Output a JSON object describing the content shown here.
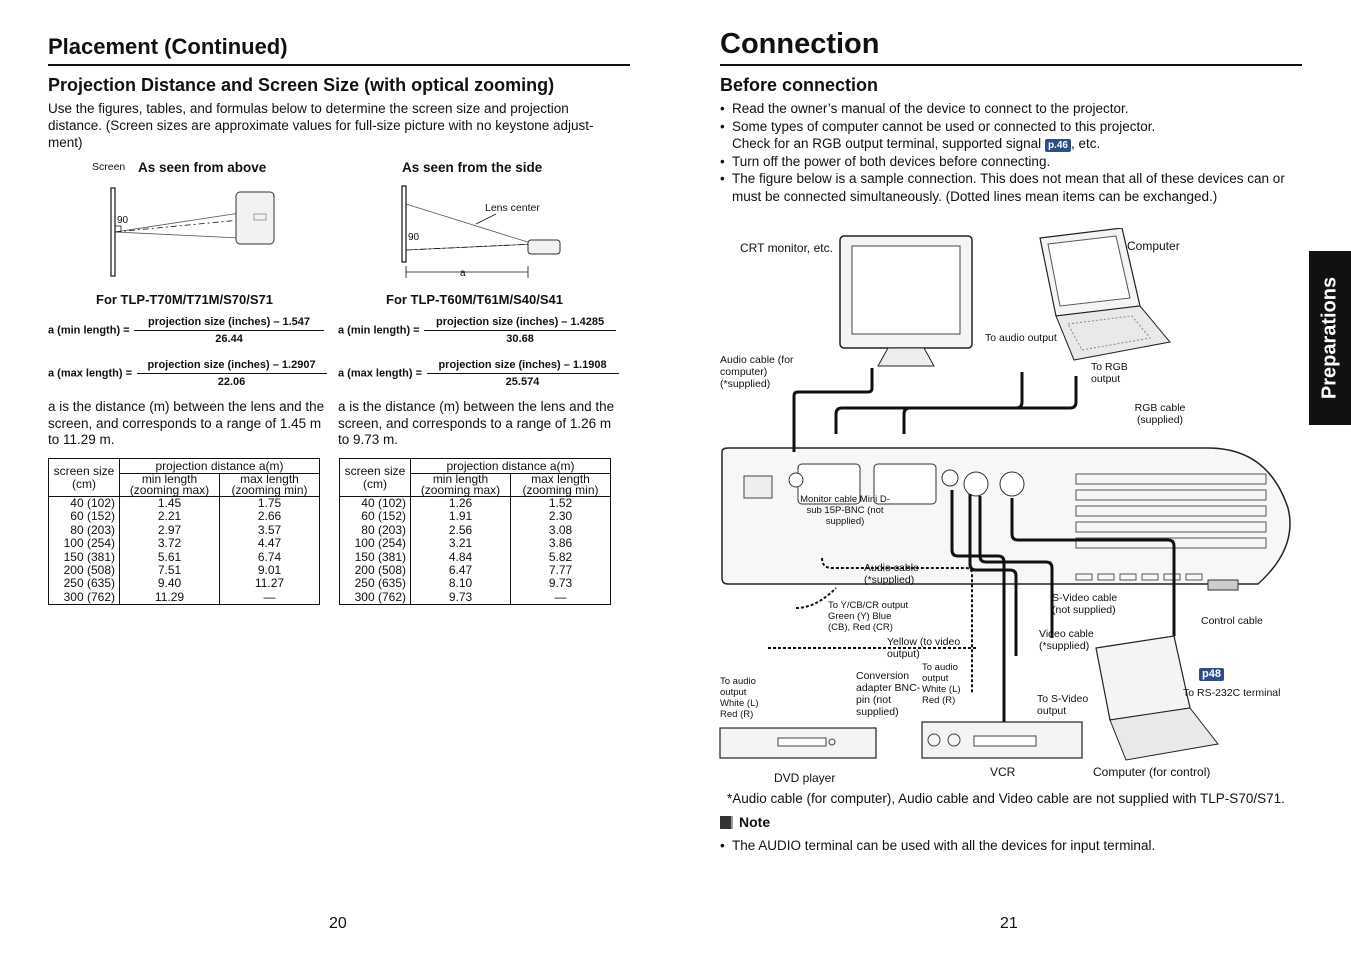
{
  "left": {
    "section_title": "Placement (Continued)",
    "subtitle": "Projection Distance and Screen Size (with optical zooming)",
    "intro": "Use the figures, tables, and formulas below to determine the screen size and projection distance. (Screen sizes are approximate values for full-size picture with no keystone adjust-ment)",
    "above_caption": "As seen from above",
    "side_caption": "As seen from the side",
    "screen_label": "Screen",
    "angle_90": "90",
    "lens_center": "Lens center",
    "a_label": "a",
    "model1": "For TLP-T70M/T71M/S70/S71",
    "model2": "For TLP-T60M/T61M/S40/S41",
    "f1_min_lhs": "a (min length) =",
    "f1_min_num": "projection size (inches) – 1.547",
    "f1_min_den": "26.44",
    "f1_max_lhs": "a (max length) =",
    "f1_max_num": "projection size (inches) – 1.2907",
    "f1_max_den": "22.06",
    "f2_min_lhs": "a (min length) =",
    "f2_min_num": "projection size (inches) – 1.4285",
    "f2_min_den": "30.68",
    "f2_max_lhs": "a (max length) =",
    "f2_max_num": "projection size (inches) – 1.1908",
    "f2_max_den": "25.574",
    "desc1": "a is the distance (m) between the lens and the screen, and corresponds to a range of 1.45 m to 11.29 m.",
    "desc2": "a is the distance (m) between the lens and the screen, and corresponds to a range of 1.26 m to 9.73 m.",
    "table_head": {
      "screen": "screen size (cm)",
      "proj": "projection distance a(m)",
      "min": "min length (zooming max)",
      "max": "max length (zooming min)"
    },
    "table1": [
      [
        "40 (102)",
        "1.45",
        "1.75"
      ],
      [
        "60 (152)",
        "2.21",
        "2.66"
      ],
      [
        "80 (203)",
        "2.97",
        "3.57"
      ],
      [
        "100 (254)",
        "3.72",
        "4.47"
      ],
      [
        "150 (381)",
        "5.61",
        "6.74"
      ],
      [
        "200 (508)",
        "7.51",
        "9.01"
      ],
      [
        "250 (635)",
        "9.40",
        "11.27"
      ],
      [
        "300 (762)",
        "11.29",
        "—"
      ]
    ],
    "table2": [
      [
        "40 (102)",
        "1.26",
        "1.52"
      ],
      [
        "60 (152)",
        "1.91",
        "2.30"
      ],
      [
        "80 (203)",
        "2.56",
        "3.08"
      ],
      [
        "100 (254)",
        "3.21",
        "3.86"
      ],
      [
        "150 (381)",
        "4.84",
        "5.82"
      ],
      [
        "200 (508)",
        "6.47",
        "7.77"
      ],
      [
        "250 (635)",
        "8.10",
        "9.73"
      ],
      [
        "300 (762)",
        "9.73",
        "—"
      ]
    ],
    "page_number": "20"
  },
  "right": {
    "section_title": "Connection",
    "subtitle": "Before connection",
    "bullets": [
      "Read the owner’s manual of the device to connect to the projector.",
      "Some types of computer cannot be used or connected to this projector.",
      "Turn off the power of both devices before connecting.",
      "The figure below is a sample connection. This does not mean that all of these devices can or must be connected simultaneously. (Dotted lines mean items can be exchanged.)"
    ],
    "bullet2_cont_a": "Check for an RGB output terminal, supported signal",
    "bullet2_ref": "p.46",
    "bullet2_cont_b": ", etc.",
    "diagram": {
      "crt": "CRT monitor, etc.",
      "computer": "Computer",
      "to_audio_output": "To audio output",
      "audio_cable_pc": "Audio cable (for computer) (*supplied)",
      "to_rgb_output": "To RGB output",
      "rgb_cable": "RGB cable (supplied)",
      "monitor_cable": "Monitor cable Mini D-sub 15P-BNC (not supplied)",
      "audio_cable": "Audio cable (*supplied)",
      "to_ycbcr": "To Y/CB/CR output Green (Y) Blue (CB), Red (CR)",
      "yellow": "Yellow (to video output)",
      "svideo_cable": "S-Video cable (not supplied)",
      "video_cable": "Video cable (*supplied)",
      "control_cable": "Control cable",
      "to_audio_left": "To audio output White (L) Red (R)",
      "conversion": "Conversion adapter BNC-pin (not supplied)",
      "to_audio_mid": "To audio output White (L) Red (R)",
      "to_svideo": "To S-Video output",
      "p48": "p48",
      "to_rs232c": "To RS-232C terminal",
      "dvd": "DVD player",
      "vcr": "VCR",
      "computer_control": "Computer (for control)"
    },
    "footnote": "*Audio cable (for computer), Audio cable and Video cable are not supplied with TLP-S70/S71.",
    "note_title": "Note",
    "note_bullet": "The AUDIO terminal can be used with all the devices for input terminal.",
    "page_number": "21",
    "side_tab": "Preparations"
  }
}
